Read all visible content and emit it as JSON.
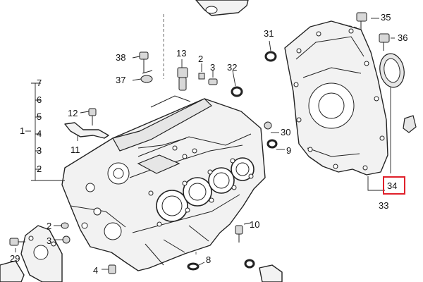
{
  "callouts": {
    "c1": "1",
    "c2": "2",
    "c2b": "2",
    "c3": "3",
    "c3b": "3",
    "c4": "4",
    "c4b": "4",
    "c5": "5",
    "c6": "6",
    "c7": "7",
    "c8": "8",
    "c9": "9",
    "c10": "10",
    "c11": "11",
    "c12": "12",
    "c13": "13",
    "c29": "29",
    "c30": "30",
    "c31": "31",
    "c32": "32",
    "c33": "33",
    "c34": "34",
    "c35": "35",
    "c36": "36",
    "c37": "37",
    "c38": "38"
  },
  "highlight": {
    "callout": "34",
    "color": "#e0202a"
  }
}
